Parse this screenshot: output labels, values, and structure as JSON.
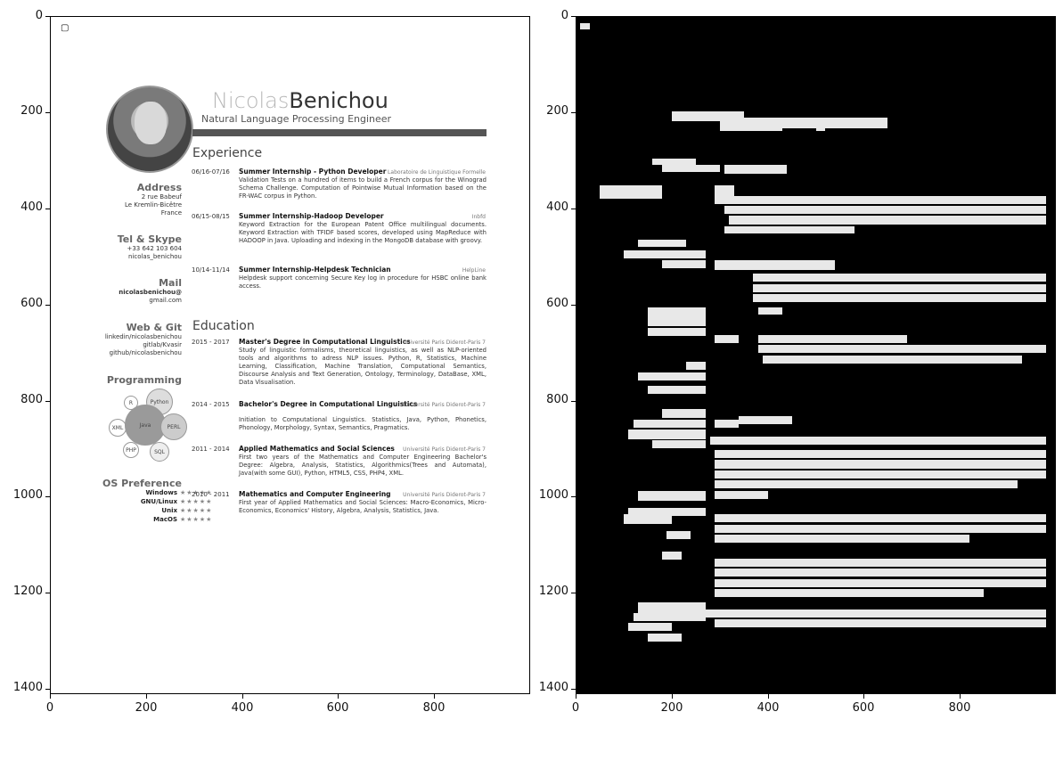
{
  "axes": {
    "y_ticks": [
      "0",
      "200",
      "400",
      "600",
      "800",
      "1000",
      "1200",
      "1400"
    ],
    "x_ticks": [
      "0",
      "200",
      "400",
      "600",
      "800"
    ]
  },
  "cv": {
    "first_name": "Nicolas",
    "last_name": "Benichou",
    "subtitle": "Natural Language Processing Engineer",
    "experience_title": "Experience",
    "education_title": "Education",
    "sidebar": {
      "address_h": "Address",
      "address_lines": [
        "2 rue Babeuf",
        "Le Kremlin-Bicêtre",
        "France"
      ],
      "tel_h": "Tel & Skype",
      "tel_lines": [
        "+33 642 103 604",
        "nicolas_benichou"
      ],
      "mail_h": "Mail",
      "mail_lines": [
        "nicolasbenichou@",
        "gmail.com"
      ],
      "web_h": "Web & Git",
      "web_lines": [
        "linkedin/nicolasbenichou",
        "gitlab/Kvasir",
        "github/nicolasbenichou"
      ],
      "programming_h": "Programming",
      "skills": [
        "R",
        "Python",
        "XML",
        "Java",
        "PERL",
        "PHP",
        "SQL"
      ],
      "os_h": "OS Preference",
      "os": [
        {
          "name": "Windows",
          "stars": "★★★★★"
        },
        {
          "name": "GNU/Linux",
          "stars": "★★★★★"
        },
        {
          "name": "Unix",
          "stars": "★★★★★"
        },
        {
          "name": "MacOS",
          "stars": "★★★★★"
        }
      ]
    },
    "experience": [
      {
        "date": "06/16-07/16",
        "title": "Summer Internship - Python Developer",
        "org": "Laboratoire de Linguistique Formelle",
        "desc": "Validation Tests on a hundred of items to build a French corpus for the Winograd Schema Challenge. Computation of Pointwise Mutual Information based on the FR-WAC corpus in Python."
      },
      {
        "date": "06/15-08/15",
        "title": "Summer Internship-Hadoop Developer",
        "org": "Inbfd",
        "desc": "Keyword Extraction for the European Patent Office multilingual documents. Keyword Extraction with TFIDF based scores, developed using MapReduce with HADOOP in Java. Uploading and indexing in the MongoDB database with groovy."
      },
      {
        "date": "10/14-11/14",
        "title": "Summer Internship-Helpdesk Technician",
        "org": "HelpLine",
        "desc": "Helpdesk support concerning Secure Key log in procedure for HSBC online bank access."
      }
    ],
    "education": [
      {
        "date": "2015 - 2017",
        "title": "Master's Degree in Computational Linguistics",
        "org": "Université Paris Diderot-Paris 7",
        "desc": "Study of linguistic formalisms, theoretical linguistics, as well as NLP-oriented tools and algorithms to adress NLP issues. Python, R, Statistics, Machine Learning, Classification, Machine Translation, Computational Semantics, Discourse Analysis and Text Generation, Ontology, Terminology, DataBase, XML, Data Visualisation."
      },
      {
        "date": "2014 - 2015",
        "title": "Bachelor's Degree in Computational Linguistics",
        "org": "Université Paris Diderot-Paris 7",
        "desc": "Initiation to Computational Linguistics. Statistics, Java, Python, Phonetics, Phonology, Morphology, Syntax, Semantics, Pragmatics."
      },
      {
        "date": "2011 - 2014",
        "title": "Applied Mathematics and Social Sciences",
        "org": "Université Paris Diderot-Paris 7",
        "desc": "First two years of the Mathematics and Computer Engineering Bachelor's Degree: Algebra, Analysis, Statistics, Algorithmics(Trees and Automata), Java(with some GUI), Python, HTML5, CSS, PHP4, XML."
      },
      {
        "date": "2010 - 2011",
        "title": "Mathematics and Computer Engineering",
        "org": "Université Paris Diderot-Paris 7",
        "desc": "First year of Applied Mathematics and Social Sciences: Macro-Economics, Micro-Economics, Economics' History, Algebra, Analysis, Statistics, Java."
      }
    ]
  },
  "mask_blocks": [
    [
      0.01,
      0.01,
      0.03,
      0.01
    ],
    [
      0.2,
      0.14,
      0.35,
      0.015
    ],
    [
      0.3,
      0.15,
      0.65,
      0.015
    ],
    [
      0.3,
      0.16,
      0.43,
      0.01
    ],
    [
      0.5,
      0.16,
      0.52,
      0.01
    ],
    [
      0.16,
      0.21,
      0.25,
      0.01
    ],
    [
      0.18,
      0.22,
      0.3,
      0.01
    ],
    [
      0.31,
      0.22,
      0.44,
      0.012
    ],
    [
      0.05,
      0.25,
      0.18,
      0.02
    ],
    [
      0.29,
      0.25,
      0.33,
      0.015
    ],
    [
      0.29,
      0.265,
      0.98,
      0.012
    ],
    [
      0.31,
      0.28,
      0.98,
      0.012
    ],
    [
      0.32,
      0.295,
      0.98,
      0.012
    ],
    [
      0.31,
      0.31,
      0.58,
      0.01
    ],
    [
      0.13,
      0.33,
      0.23,
      0.01
    ],
    [
      0.1,
      0.345,
      0.27,
      0.012
    ],
    [
      0.18,
      0.36,
      0.27,
      0.012
    ],
    [
      0.29,
      0.36,
      0.35,
      0.014
    ],
    [
      0.31,
      0.36,
      0.54,
      0.014
    ],
    [
      0.37,
      0.38,
      0.98,
      0.012
    ],
    [
      0.37,
      0.395,
      0.98,
      0.012
    ],
    [
      0.37,
      0.41,
      0.98,
      0.012
    ],
    [
      0.38,
      0.43,
      0.43,
      0.01
    ],
    [
      0.15,
      0.43,
      0.27,
      0.015
    ],
    [
      0.15,
      0.445,
      0.27,
      0.012
    ],
    [
      0.15,
      0.46,
      0.27,
      0.012
    ],
    [
      0.29,
      0.47,
      0.34,
      0.012
    ],
    [
      0.38,
      0.47,
      0.69,
      0.012
    ],
    [
      0.38,
      0.485,
      0.98,
      0.012
    ],
    [
      0.39,
      0.5,
      0.93,
      0.012
    ],
    [
      0.23,
      0.51,
      0.27,
      0.012
    ],
    [
      0.13,
      0.525,
      0.27,
      0.012
    ],
    [
      0.15,
      0.545,
      0.27,
      0.012
    ],
    [
      0.18,
      0.58,
      0.27,
      0.012
    ],
    [
      0.12,
      0.595,
      0.27,
      0.012
    ],
    [
      0.29,
      0.595,
      0.34,
      0.012
    ],
    [
      0.34,
      0.59,
      0.45,
      0.012
    ],
    [
      0.11,
      0.61,
      0.27,
      0.014
    ],
    [
      0.16,
      0.625,
      0.27,
      0.012
    ],
    [
      0.28,
      0.62,
      0.98,
      0.012
    ],
    [
      0.29,
      0.64,
      0.98,
      0.012
    ],
    [
      0.29,
      0.655,
      0.98,
      0.012
    ],
    [
      0.29,
      0.67,
      0.98,
      0.012
    ],
    [
      0.29,
      0.685,
      0.92,
      0.012
    ],
    [
      0.29,
      0.7,
      0.4,
      0.012
    ],
    [
      0.13,
      0.7,
      0.27,
      0.015
    ],
    [
      0.11,
      0.725,
      0.27,
      0.012
    ],
    [
      0.1,
      0.735,
      0.2,
      0.014
    ],
    [
      0.29,
      0.735,
      0.98,
      0.012
    ],
    [
      0.29,
      0.75,
      0.98,
      0.012
    ],
    [
      0.29,
      0.765,
      0.82,
      0.012
    ],
    [
      0.19,
      0.76,
      0.24,
      0.012
    ],
    [
      0.18,
      0.79,
      0.22,
      0.012
    ],
    [
      0.29,
      0.8,
      0.98,
      0.012
    ],
    [
      0.29,
      0.815,
      0.98,
      0.012
    ],
    [
      0.29,
      0.83,
      0.98,
      0.012
    ],
    [
      0.29,
      0.845,
      0.85,
      0.012
    ],
    [
      0.13,
      0.865,
      0.27,
      0.015
    ],
    [
      0.12,
      0.88,
      0.27,
      0.012
    ],
    [
      0.27,
      0.875,
      0.98,
      0.012
    ],
    [
      0.29,
      0.89,
      0.98,
      0.012
    ],
    [
      0.11,
      0.895,
      0.2,
      0.012
    ],
    [
      0.15,
      0.91,
      0.22,
      0.012
    ]
  ]
}
